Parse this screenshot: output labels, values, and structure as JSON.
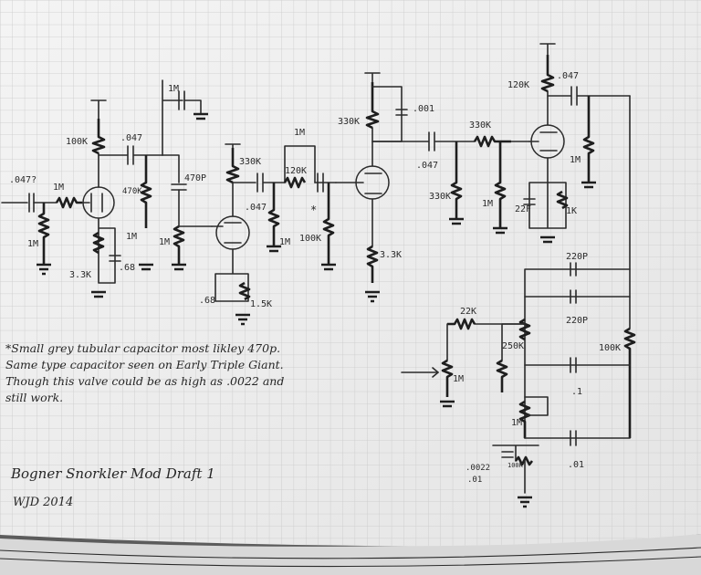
{
  "notes": {
    "note_line1": "*Small grey tubular capacitor most likley 470p.",
    "note_line2": "Same type capacitor seen on Early Triple Giant.",
    "note_line3": "Though this valve could be as high as .0022 and",
    "note_line4": "still work.",
    "title": "Bogner Snorkler Mod Draft 1",
    "signature": "WJD 2014"
  },
  "labels": {
    "l_047a": ".047?",
    "l_1m_a": "1M",
    "l_1m_top": "1M",
    "l_100k": "100K",
    "l_047b": ".047",
    "l_470k": "470K",
    "l_470p": "470P",
    "l_1m_b": "1M",
    "l_1m_c": "1M",
    "l_33k": "3.3K",
    "l_68a": ".68",
    "l_330k_a": "330K",
    "l_047c": ".047",
    "l_1m_d": "1M",
    "l_120k": "120K",
    "l_1m_e": "1M",
    "l_100k_b": "100K",
    "l_68b": ".68",
    "l_15k": "1.5K",
    "l_330k_b": "330K",
    "l_001": ".001",
    "l_33k_b": "3.3K",
    "l_047d": ".047",
    "l_330k_c": "330K",
    "l_330k_d": "330K",
    "l_1m_f": "1M",
    "l_22f": "22F",
    "l_1k": "1K",
    "l_120k_b": "120K",
    "l_047e": ".047",
    "l_1m_g": "1M",
    "l_220p_a": "220P",
    "l_22k": "22K",
    "l_220p_b": "220P",
    "l_250k": "250K",
    "l_100k_c": "100K",
    "l_1m_h": "1M",
    "l_1": ".1",
    "l_1m_i": "1M",
    "l_0022": ".0022",
    "l_01a": ".01",
    "l_100k_d": "100K",
    "l_01b": ".01",
    "l_star": "*"
  }
}
